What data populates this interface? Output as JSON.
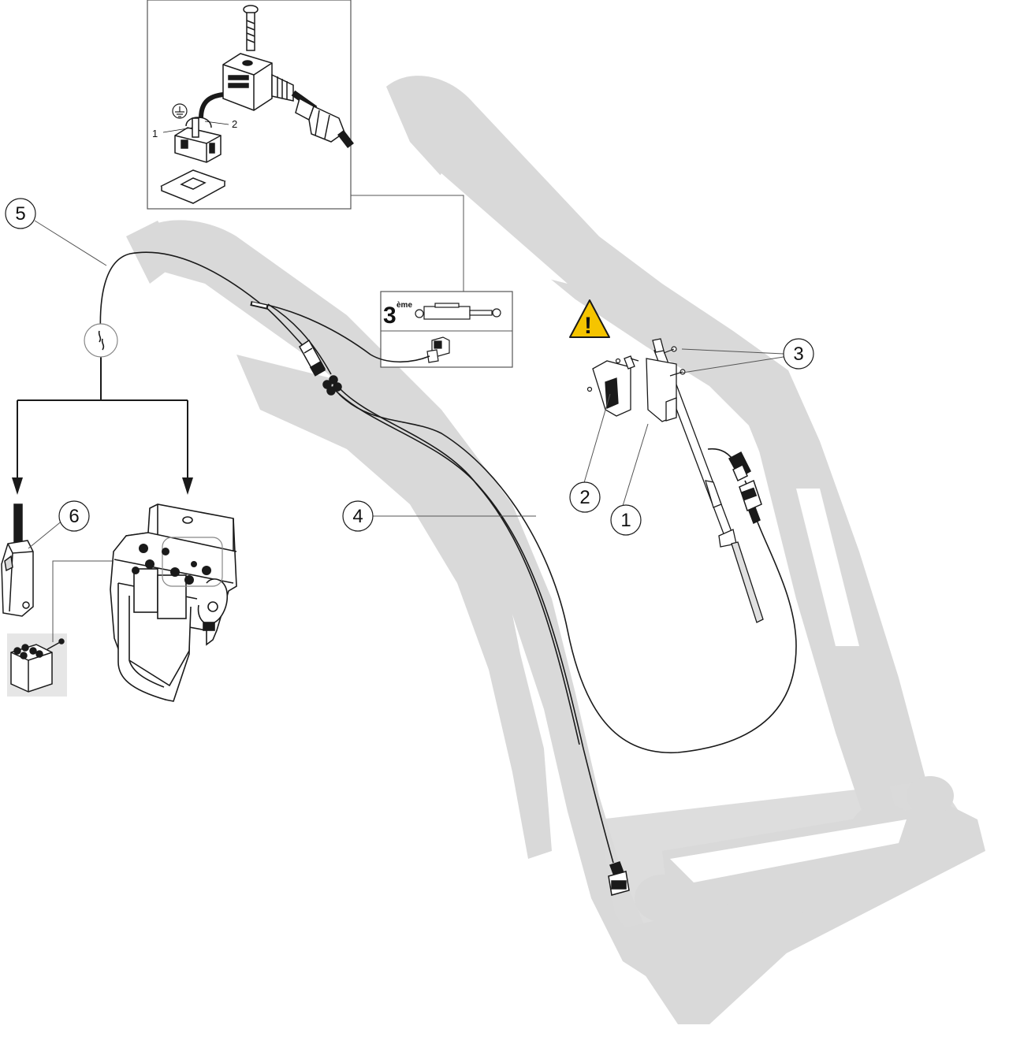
{
  "callouts": {
    "c1": "1",
    "c2": "2",
    "c3": "3",
    "c4": "4",
    "c5": "5",
    "c6": "6"
  },
  "detail": {
    "pin1": "1",
    "pin2": "2"
  },
  "third_function": {
    "number": "3",
    "suffix": "ème"
  },
  "warning": {
    "symbol": "!",
    "color": "#f5c400"
  },
  "colors": {
    "loader_silhouette": "#d8d8d8",
    "line": "#1a1a1a",
    "inset_background": "#e6e6e6"
  },
  "icons": [
    "warning-icon",
    "ground-icon",
    "wiring-harness",
    "socket-connector",
    "multicoupler-plug",
    "sensor-bracket"
  ]
}
